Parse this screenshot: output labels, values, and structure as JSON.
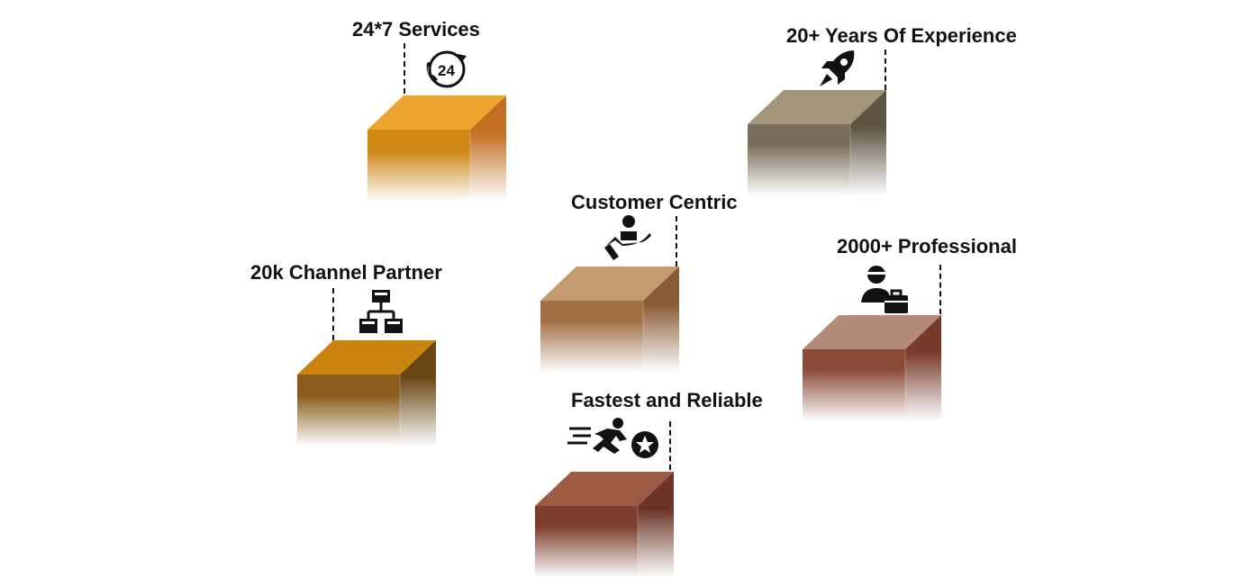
{
  "features": [
    {
      "id": "24x7",
      "label": "24*7 Services",
      "icon": "phone-24-icon",
      "colors": {
        "top": "#eea52e",
        "front": "#cf8613",
        "side": "#c26f22"
      }
    },
    {
      "id": "experience",
      "label": "20+ Years Of Experience",
      "icon": "rocket-icon",
      "colors": {
        "top": "#a3957a",
        "front": "#7a6e58",
        "side": "#5e5444"
      }
    },
    {
      "id": "customer",
      "label": "Customer Centric",
      "icon": "customer-care-icon",
      "colors": {
        "top": "#c39a6e",
        "front": "#a37045",
        "side": "#8a5a35"
      }
    },
    {
      "id": "professional",
      "label": "2000+ Professional",
      "icon": "professional-briefcase-icon",
      "colors": {
        "top": "#b38a7c",
        "front": "#8b4a38",
        "side": "#773b2c"
      }
    },
    {
      "id": "partner",
      "label": "20k Channel Partner",
      "icon": "network-hierarchy-icon",
      "colors": {
        "top": "#c98410",
        "front": "#8a5b1a",
        "side": "#6a4714"
      }
    },
    {
      "id": "fastest",
      "label": "Fastest and Reliable",
      "icon": "running-star-icon",
      "colors": {
        "top": "#9c5a42",
        "front": "#7c3d2c",
        "side": "#6b3426"
      }
    }
  ]
}
